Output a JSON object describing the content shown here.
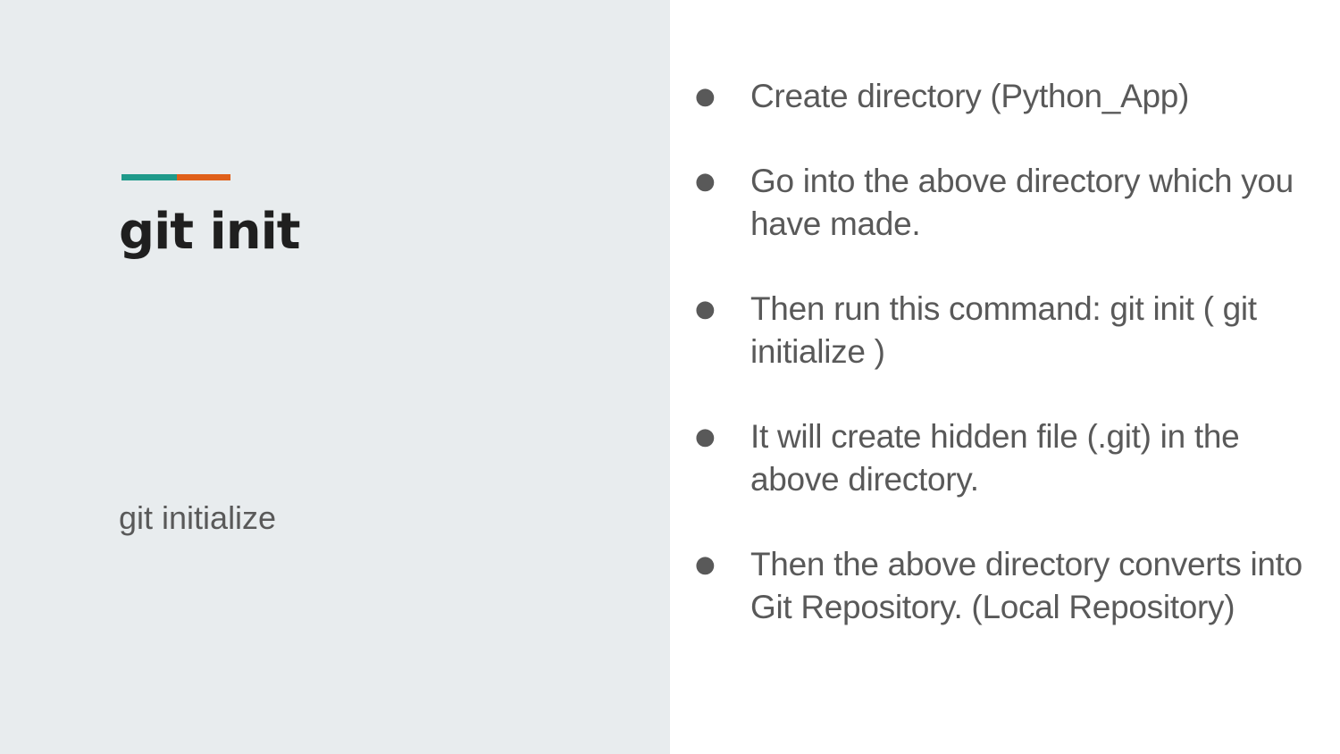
{
  "colors": {
    "left_background": "#e8ecee",
    "accent_teal": "#1f9a8a",
    "accent_orange": "#e0601a",
    "title_color": "#1f1f1f",
    "body_text": "#595959"
  },
  "slide": {
    "title": "git init",
    "subtitle": "git initialize",
    "bullet_glyph": "●",
    "bullets": [
      {
        "text": "Create directory (Python_App)"
      },
      {
        "text": "Go into the above directory which you have made."
      },
      {
        "text": "Then run this command: git init ( git initialize )"
      },
      {
        "text": "It will create hidden file (.git) in the above directory."
      },
      {
        "text": "Then the above directory converts into Git Repository. (Local Repository)"
      }
    ]
  }
}
